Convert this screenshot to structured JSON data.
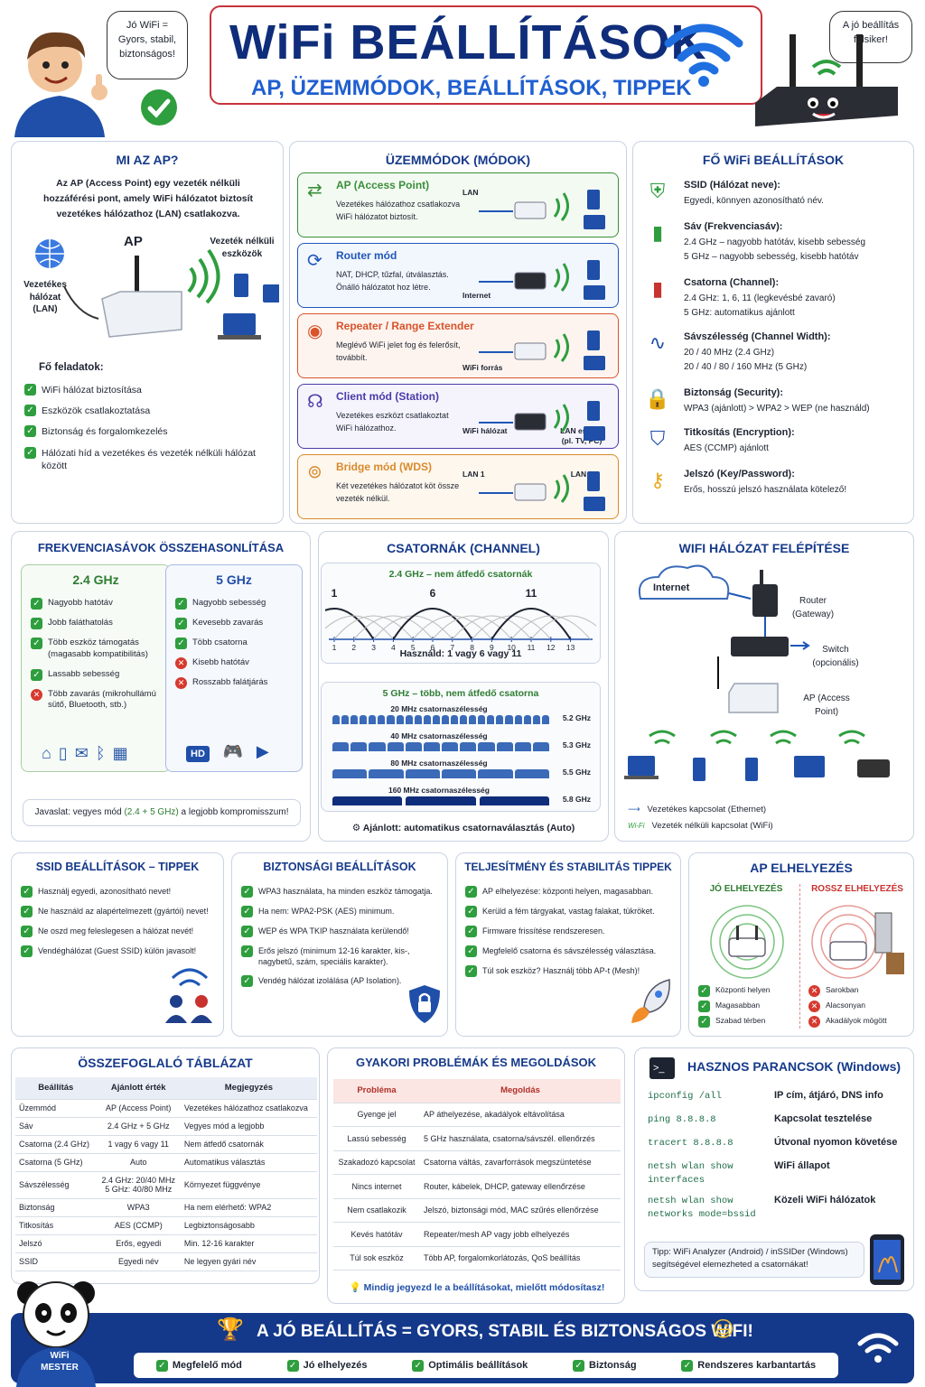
{
  "header": {
    "title": "WiFi BEÁLLÍTÁSOK",
    "subtitle": "AP, ÜZEMMÓDOK, BEÁLLÍTÁSOK, TIPPEK",
    "bubble_left": "Jó WiFi = Gyors, stabil, biztonságos!",
    "bubble_right": "A jó beállítás félsiker!"
  },
  "ap": {
    "title": "MI AZ AP?",
    "intro": "Az AP (Access Point) egy vezeték nélküli hozzáférési pont, amely WiFi hálózatot biztosít vezetékes hálózathoz (LAN) csatlakozva.",
    "label_ap": "AP",
    "label_lan": "Vezetékes hálózat (LAN)",
    "label_devices": "Vezeték nélküli eszközök",
    "tasks_title": "Fő feladatok:",
    "tasks": [
      "WiFi hálózat biztosítása",
      "Eszközök csatlakoztatása",
      "Biztonság és forgalomkezelés",
      "Hálózati híd a vezetékes és vezeték nélküli hálózat között"
    ]
  },
  "modes": {
    "title": "ÜZEMMÓDOK (MÓDOK)",
    "items": [
      {
        "name": "AP (Access Point)",
        "desc": "Vezetékes hálózathoz csatlakozva WiFi hálózatot biztosít.",
        "color": "#3a8f3a",
        "bg": "#f3faf2",
        "tag": "LAN"
      },
      {
        "name": "Router mód",
        "desc": "NAT, DHCP, tűzfal, útválasztás. Önálló hálózatot hoz létre.",
        "color": "#1f57b8",
        "bg": "#f2f6fd",
        "tag": "Internet"
      },
      {
        "name": "Repeater / Range Extender",
        "desc": "Meglévő WiFi jelet fog és felerősít, továbbít.",
        "color": "#d9532b",
        "bg": "#fdf4ef",
        "tag": "WiFi forrás"
      },
      {
        "name": "Client mód (Station)",
        "desc": "Vezetékes eszközt csatlakoztat WiFi hálózathoz.",
        "color": "#4a3aa8",
        "bg": "#f5f4fc",
        "tag": "WiFi hálózat",
        "tag2": "LAN eszköz (pl. TV, PC)"
      },
      {
        "name": "Bridge mód (WDS)",
        "desc": "Két vezetékes hálózatot köt össze vezeték nélkül.",
        "color": "#d98a2b",
        "bg": "#fdf7ee",
        "tag": "LAN 1",
        "tag2": "LAN 2"
      }
    ]
  },
  "settings": {
    "title": "FŐ WiFi BEÁLLÍTÁSOK",
    "items": [
      {
        "name": "SSID (Hálózat neve):",
        "desc": [
          "Egyedi, könnyen azonosítható név."
        ],
        "icon": "wifi-shield-icon"
      },
      {
        "name": "Sáv (Frekvenciasáv):",
        "desc": [
          "2.4 GHz – nagyobb hatótáv, kisebb sebesség",
          "5 GHz – nagyobb sebesség, kisebb hatótáv"
        ],
        "icon": "bars-icon"
      },
      {
        "name": "Csatorna (Channel):",
        "desc": [
          "2.4 GHz:  1,   6,   11  (legkevésbé zavaró)",
          "5 GHz: automatikus ajánlott"
        ],
        "icon": "bars-icon"
      },
      {
        "name": "Sávszélesség (Channel Width):",
        "desc": [
          "20 / 40 MHz (2.4 GHz)",
          "20 / 40 / 80 / 160 MHz (5 GHz)"
        ],
        "icon": "wave-icon"
      },
      {
        "name": "Biztonság (Security):",
        "desc": [
          "WPA3 (ajánlott) > WPA2 > WEP (ne használd)"
        ],
        "icon": "lock-icon"
      },
      {
        "name": "Titkosítás (Encryption):",
        "desc": [
          "AES (CCMP) ajánlott"
        ],
        "icon": "shield-icon"
      },
      {
        "name": "Jelszó (Key/Password):",
        "desc": [
          "Erős, hosszú jelszó használata kötelező!"
        ],
        "icon": "key-icon"
      }
    ]
  },
  "freq": {
    "title": "FREKVENCIASÁVOK ÖSSZEHASONLÍTÁSA",
    "col24": "2.4 GHz",
    "col5": "5 GHz",
    "items24": [
      {
        "ok": true,
        "t": "Nagyobb hatótáv"
      },
      {
        "ok": true,
        "t": "Jobb faláthatolás"
      },
      {
        "ok": true,
        "t": "Több eszköz támogatás (magasabb kompatibilitás)"
      },
      {
        "ok": true,
        "t": "Lassabb sebesség"
      },
      {
        "ok": false,
        "t": "Több zavarás (mikrohullámú sütő, Bluetooth, stb.)"
      }
    ],
    "items5": [
      {
        "ok": true,
        "t": "Nagyobb sebesség"
      },
      {
        "ok": true,
        "t": "Kevesebb zavarás"
      },
      {
        "ok": true,
        "t": "Több csatorna"
      },
      {
        "ok": false,
        "t": "Kisebb hatótáv"
      },
      {
        "ok": false,
        "t": "Rosszabb falátjárás"
      }
    ],
    "icons5": [
      "HD"
    ],
    "tip_a": "Javaslat:  vegyes mód ",
    "tip_b": "(2.4 + 5 GHz)",
    "tip_c": " a legjobb kompromisszum!"
  },
  "channels": {
    "title": "CSATORNÁK (CHANNEL)",
    "sub24": "2.4 GHz – nem átfedő csatornák",
    "peaks": [
      "1",
      "6",
      "11"
    ],
    "ticks": [
      "1",
      "2",
      "3",
      "4",
      "5",
      "6",
      "7",
      "8",
      "9",
      "10",
      "11",
      "12",
      "13"
    ],
    "use": "Használd:  1  vagy  6  vagy  11",
    "sub5": "5 GHz – több, nem átfedő csatorna",
    "widths": [
      {
        "l": "20 MHz csatornaszélesség",
        "b": "5.2 GHz"
      },
      {
        "l": "40 MHz csatornaszélesség",
        "b": "5.3 GHz"
      },
      {
        "l": "80 MHz csatornaszélesség",
        "b": "5.5 GHz"
      },
      {
        "l": "160 MHz csatornaszélesség",
        "b": "5.8 GHz"
      }
    ],
    "rec": "Ajánlott: automatikus csatornaválasztás (Auto)"
  },
  "build": {
    "title": "WIFI HÁLÓZAT FELÉPÍTÉSE",
    "internet": "Internet",
    "router": "Router (Gateway)",
    "switch": "Switch (opcionális)",
    "ap": "AP (Access Point)",
    "legend_wired": "Vezetékes kapcsolat (Ethernet)",
    "legend_wifi": "Vezeték nélküli kapcsolat (WiFi)",
    "wifi_tag": "Wi-Fi"
  },
  "ssid": {
    "title": "SSID BEÁLLÍTÁSOK – TIPPEK",
    "items": [
      "Használj egyedi, azonosítható nevet!",
      "Ne használd az alapértelmezett (gyártói) nevet!",
      "Ne oszd meg feleslegesen a hálózat nevét!",
      "Vendéghálózat (Guest SSID) külön javasolt!"
    ]
  },
  "security": {
    "title": "BIZTONSÁGI BEÁLLÍTÁSOK",
    "items": [
      "WPA3 használata, ha minden eszköz támogatja.",
      "Ha nem: WPA2-PSK (AES) minimum.",
      "WEP és WPA TKIP használata kerülendő!",
      "Erős jelszó (minimum 12-16 karakter, kis-, nagybetű, szám, speciális karakter).",
      "Vendég hálózat izolálása (AP Isolation)."
    ]
  },
  "perf": {
    "title": "TELJESÍTMÉNY ÉS STABILITÁS TIPPEK",
    "items": [
      "AP elhelyezése: központi helyen, magasabban.",
      "Kerüld a fém tárgyakat, vastag falakat, tükröket.",
      "Firmware frissítése rendszeresen.",
      "Megfelelő csatorna és sávszélesség választása.",
      "Túl sok eszköz? Használj több AP-t (Mesh)!"
    ]
  },
  "place": {
    "title": "AP ELHELYEZÉS",
    "good": "JÓ ELHELYEZÉS",
    "bad": "ROSSZ ELHELYEZÉS",
    "good_items": [
      "Központi helyen",
      "Magasabban",
      "Szabad térben"
    ],
    "bad_items": [
      "Sarokban",
      "Alacsonyan",
      "Akadályok mögött"
    ]
  },
  "summary": {
    "title": "ÖSSZEFOGLALÓ TÁBLÁZAT",
    "headers": [
      "Beállítás",
      "Ajánlott érték",
      "Megjegyzés"
    ],
    "rows": [
      [
        "Üzemmód",
        "AP (Access Point)",
        "Vezetékes hálózathoz csatlakozva"
      ],
      [
        "Sáv",
        "2.4 GHz + 5 GHz",
        "Vegyes mód a legjobb"
      ],
      [
        "Csatorna (2.4 GHz)",
        "1 vagy 6 vagy 11",
        "Nem átfedő csatornák"
      ],
      [
        "Csatorna (5 GHz)",
        "Auto",
        "Automatikus választás"
      ],
      [
        "Sávszélesség",
        "2.4 GHz: 20/40 MHz\n5 GHz: 40/80 MHz",
        "Környezet függvénye"
      ],
      [
        "Biztonság",
        "WPA3",
        "Ha nem elérhető: WPA2"
      ],
      [
        "Titkosítás",
        "AES (CCMP)",
        "Legbiztonságosabb"
      ],
      [
        "Jelszó",
        "Erős, egyedi",
        "Min. 12-16 karakter"
      ],
      [
        "SSID",
        "Egyedi név",
        "Ne legyen gyári név"
      ]
    ]
  },
  "problems": {
    "title": "GYAKORI PROBLÉMÁK ÉS MEGOLDÁSOK",
    "headers": [
      "Probléma",
      "Megoldás"
    ],
    "rows": [
      [
        "Gyenge jel",
        "AP áthelyezése, akadályok eltávolítása"
      ],
      [
        "Lassú sebesség",
        "5 GHz használata, csatorna/sávszél. ellenőrzés"
      ],
      [
        "Szakadozó kapcsolat",
        "Csatorna váltás, zavarforrások megszüntetése"
      ],
      [
        "Nincs internet",
        "Router, kábelek, DHCP, gateway ellenőrzése"
      ],
      [
        "Nem csatlakozik",
        "Jelszó, biztonsági mód, MAC szűrés ellenőrzése"
      ],
      [
        "Kevés hatótáv",
        "Repeater/mesh AP vagy jobb elhelyezés"
      ],
      [
        "Túl sok eszköz",
        "Több AP, forgalomkorlátozás, QoS beállítás"
      ]
    ],
    "note": "Mindig jegyezd le a beállításokat, mielőtt módosítasz!"
  },
  "commands": {
    "title": "HASZNOS PARANCSOK (Windows)",
    "rows": [
      {
        "cmd": "ipconfig /all",
        "desc": "IP cím, átjáró, DNS info"
      },
      {
        "cmd": "ping 8.8.8.8",
        "desc": "Kapcsolat tesztelése"
      },
      {
        "cmd": "tracert 8.8.8.8",
        "desc": "Útvonal nyomon követése"
      },
      {
        "cmd": "netsh wlan show\ninterfaces",
        "desc": "WiFi állapot"
      },
      {
        "cmd": "netsh wlan show\nnetworks mode=bssid",
        "desc": "Közeli WiFi hálózatok"
      }
    ],
    "tip": "Tipp: WiFi Analyzer (Android) / inSSIDer (Windows) segítségével elemezheted a csatornákat!"
  },
  "footer": {
    "slogan": "A JÓ BEÁLLÍTÁS = GYORS, STABIL ÉS BIZTONSÁGOS WIFI!",
    "mascot": "WiFi MESTER",
    "chips": [
      "Megfelelő mód",
      "Jó elhelyezés",
      "Optimális beállítások",
      "Biztonság",
      "Rendszeres karbantartás"
    ]
  }
}
